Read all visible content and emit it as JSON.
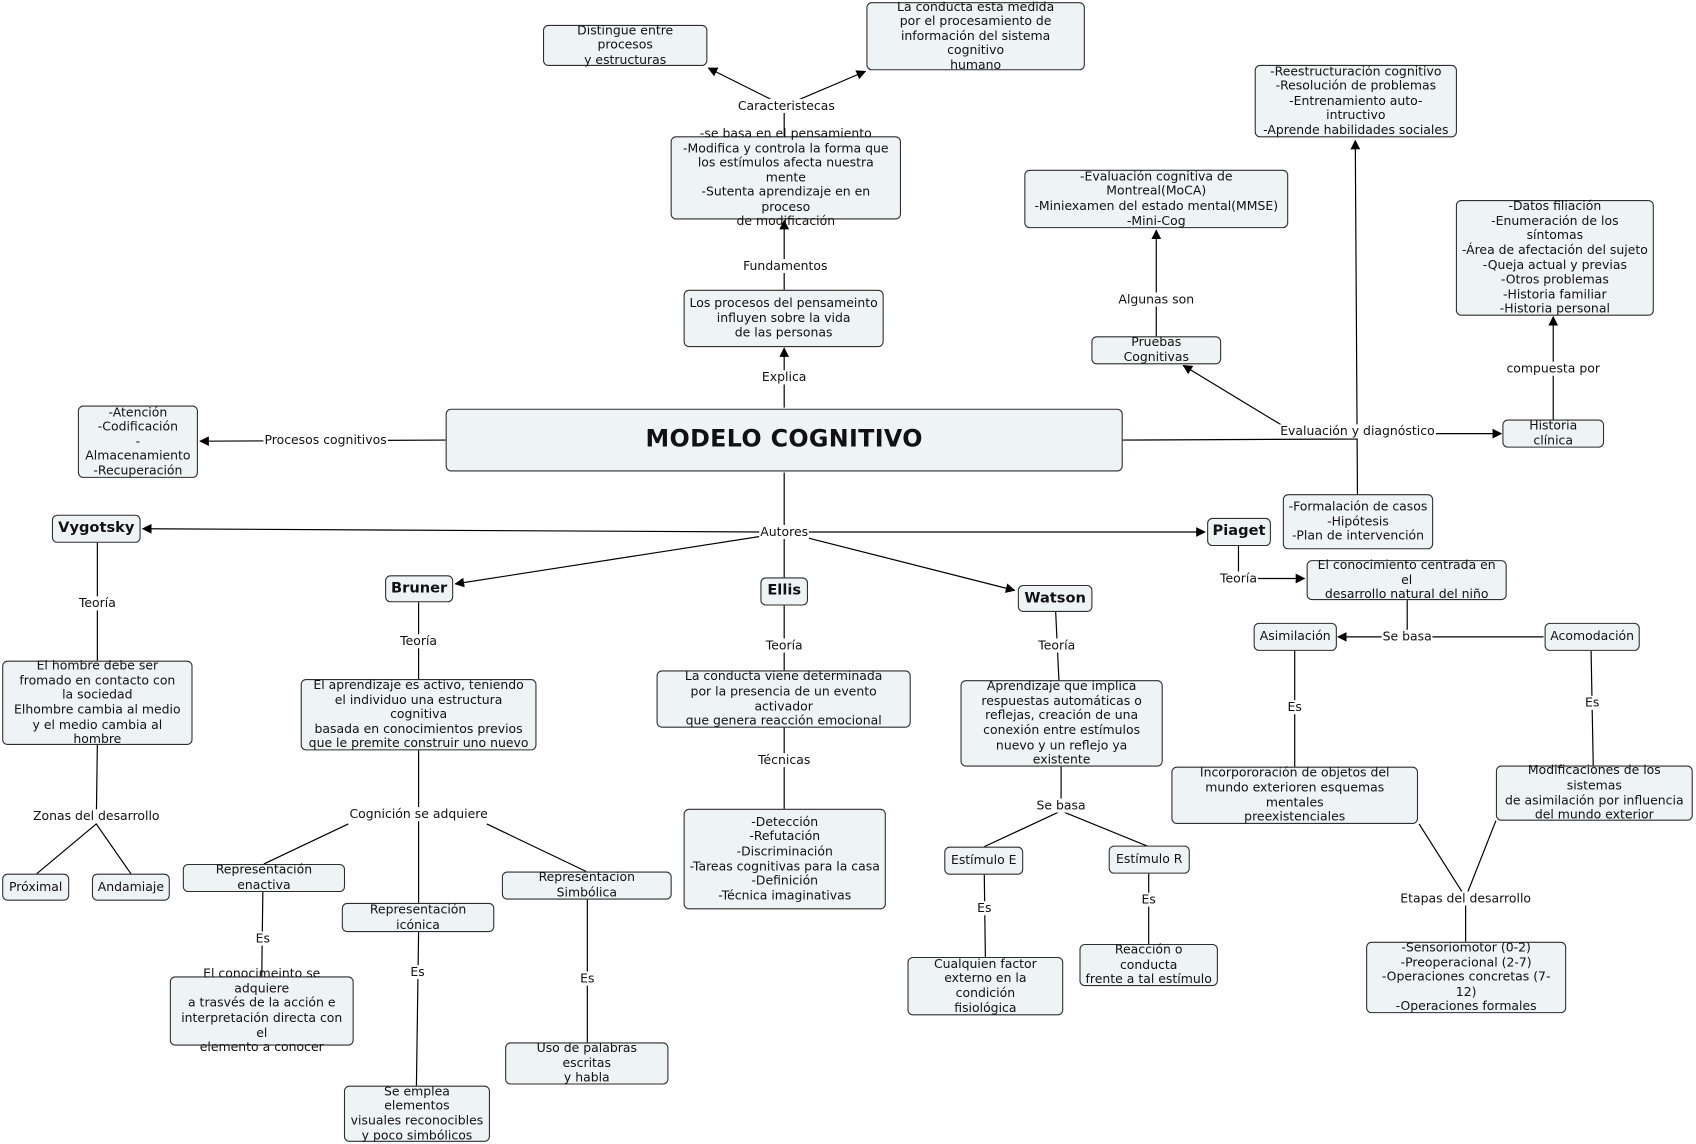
{
  "main": {
    "title": "MODELO COGNITIVO"
  },
  "nodes": {
    "distingue": "Distingue entre procesos\ny estructuras",
    "conducta_medida": "La conducta esta medida\npor el procesamiento de\ninformación del sistema cognitivo\nhumano",
    "se_basa_pensamiento": "-se basa en el pensamiento\n-Modifica y controla la forma que\nlos estímulos afecta nuestra mente\n-Sutenta aprendizaje en en proceso\nde modificación",
    "procesos_pensamiento": "Los procesos del pensameinto\ninfluyen sobre la vida\nde las personas",
    "procesos_lista": "-Atención\n-Codificación\n-Almacenamiento\n-Recuperación",
    "reestructuracion": "-Reestructuración cognitivo\n-Resolución de problemas\n-Entrenamiento auto-intructivo\n-Aprende habilidades sociales",
    "moca": "-Evaluación cognitiva de Montreal(MoCA)\n-Miniexamen del estado mental(MMSE)\n-Mini-Cog",
    "datos_filiacion": "-Datos filiación\n-Enumeración de los síntomas\n-Área de afectación del sujeto\n-Queja actual y previas\n-Otros problemas\n-Historia familiar\n-Historia personal",
    "pruebas": "Pruebas Cognitivas",
    "historia_clinica": "Historia clínica",
    "formulacion": "-Formalación de casos\n-Hipótesis\n-Plan de intervención",
    "vygotsky": "Vygotsky",
    "bruner": "Bruner",
    "ellis": "Ellis",
    "watson": "Watson",
    "piaget": "Piaget",
    "vygotsky_teoria": "El hombre debe ser\nfromado en contacto con\nla sociedad\nElhombre cambia al medio\ny el medio cambia al hombre",
    "proximal": "Próximal",
    "andamiaje": "Andamiaje",
    "bruner_teoria": "El aprendizaje es activo, teniendo\nel individuo una estructura cognitiva\nbasada en conocimientos previos\nque le premite construir uno nuevo",
    "rep_enactiva": "Representación enactiva",
    "rep_iconica": "Representación icónica",
    "rep_simbolica": "Representacion Simbólica",
    "enactiva_def": "El conocimeinto se adquiere\na trasvés de la acción e\ninterpretación directa con el\nelemento a conocer",
    "iconica_def": "Se emplea elementos\nvisuales reconocibles\ny poco simbólicos",
    "simbolica_def": "Uso de palabras escritas\ny habla",
    "ellis_teoria": "La conducta viene determinada\npor la presencia de un evento activador\nque genera reacción emocional",
    "ellis_tecnicas": "-Detección\n-Refutación\n-Discriminación\n-Tareas cognitivas para la casa\n-Definición\n-Técnica imaginativas",
    "watson_teoria": "Aprendizaje que implica\nrespuestas automáticas o\nreflejas, creación de una\nconexión entre estímulos\nnuevo y un reflejo ya existente",
    "estimulo_e": "Estímulo E",
    "estimulo_r": "Estímulo R",
    "estimulo_e_def": "Cualquien factor\nexterno en la condición\nfisiológica",
    "estimulo_r_def": "Reacción o conducta\nfrente a tal estímulo",
    "piaget_teoria": "El conocimiento centrada en el\ndesarrollo natural del niño",
    "asimilacion": "Asimilación",
    "acomodacion": "Acomodación",
    "asimilacion_def": "Incorpororación de objetos del\nmundo exterioren esquemas mentales\npreexistenciales",
    "acomodacion_def": "Modificaciones de los sistemas\nde asimilación por influencia\ndel mundo exterior",
    "etapas": "-Sensoriomotor (0-2)\n-Preoperacional (2-7)\n-Operaciones concretas (7-12)\n-Operaciones formales"
  },
  "links": {
    "caracteristecas": "Caracteristecas",
    "fundamentos": "Fundamentos",
    "explica": "Explica",
    "procesos_cognitivos": "Procesos cognitivos",
    "autores": "Autores",
    "evaluacion": "Evaluación y diagnóstico",
    "algunas_son": "Algunas son",
    "compuesta_por": "compuesta por",
    "teoria_vygotsky": "Teoría",
    "zonas": "Zonas del desarrollo",
    "teoria_bruner": "Teoría",
    "cognicion": "Cognición se adquiere",
    "es_enactiva": "Es",
    "es_iconica": "Es",
    "es_simbolica": "Es",
    "teoria_ellis": "Teoría",
    "tecnicas": "Técnicas",
    "teoria_watson": "Teoría",
    "se_basa_watson": "Se basa",
    "es_e": "Es",
    "es_r": "Es",
    "teoria_piaget": "Teoría",
    "se_basa_piaget": "Se basa",
    "es_asimilacion": "Es",
    "es_acomodacion": "Es",
    "etapas_desarrollo": "Etapas del desarrollo"
  },
  "colors": {
    "node_fill": "#eef3f5",
    "node_border": "#2e2e2e",
    "line": "#000000"
  }
}
